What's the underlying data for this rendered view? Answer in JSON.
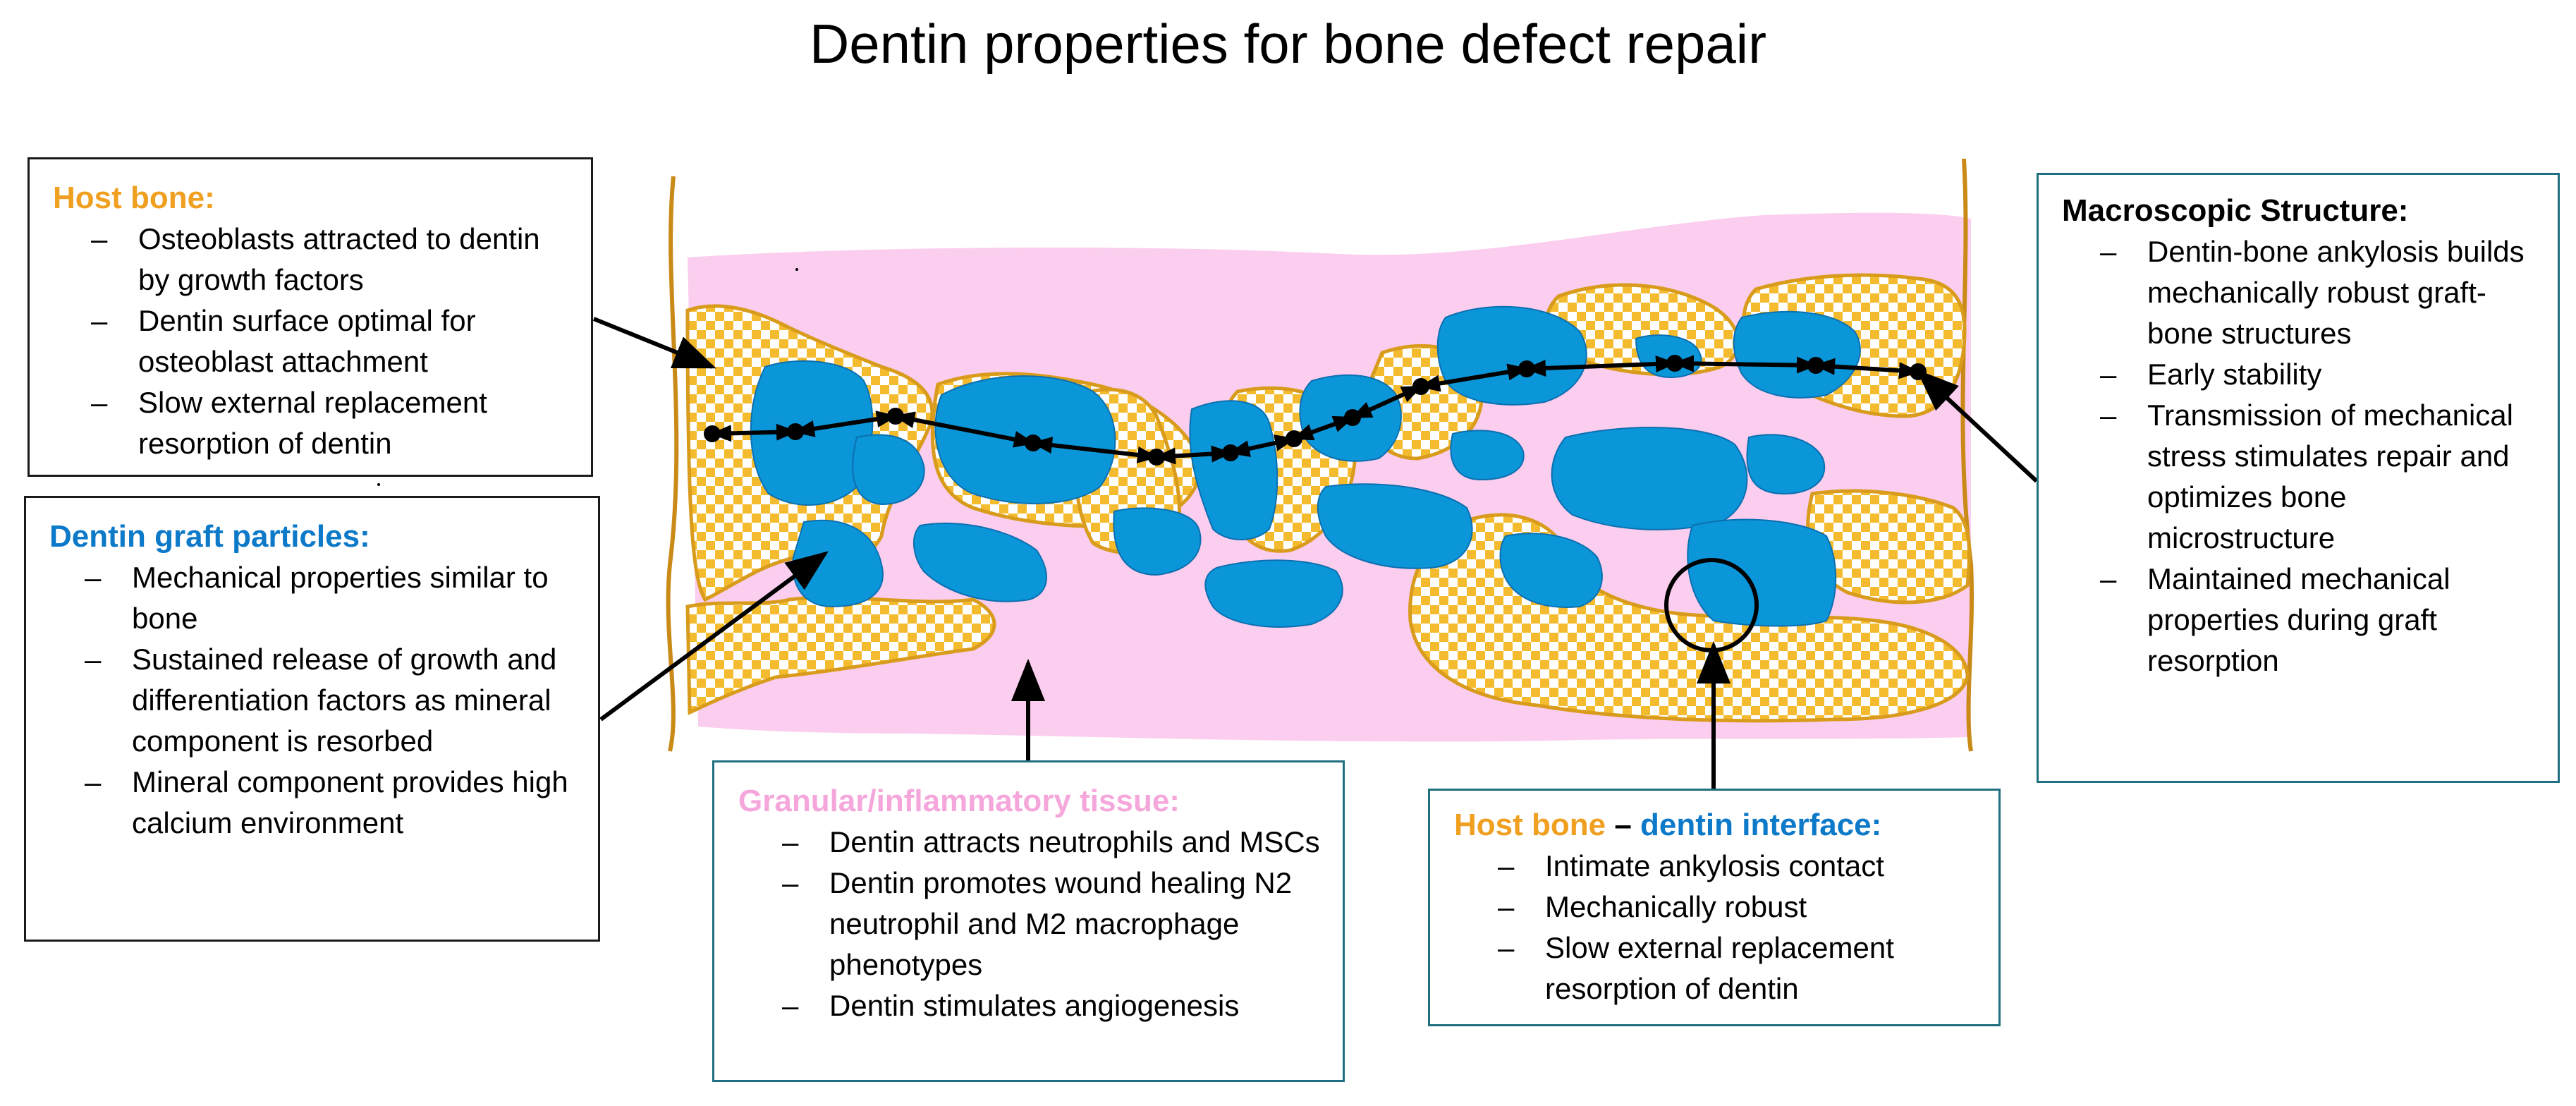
{
  "title": "Dentin properties for bone defect repair",
  "colors": {
    "host_bone": "#f0a020",
    "dentin": "#0c79c9",
    "granular_tissue": "#f5a7dc",
    "particle_fill": "#0a96d8",
    "bone_checker": "#f5bb2e",
    "box_border_teal": "#1f6f80"
  },
  "host_bone": {
    "heading": "Host bone:",
    "items": [
      "Osteoblasts attracted to dentin by growth factors",
      "Dentin surface optimal for osteoblast attachment",
      "Slow external replacement resorption of dentin"
    ]
  },
  "dentin_graft": {
    "heading": "Dentin graft particles:",
    "items": [
      "Mechanical properties similar to bone",
      "Sustained release of growth and differentiation factors as mineral component is resorbed",
      "Mineral component provides high calcium environment"
    ]
  },
  "granular": {
    "heading": "Granular/inflammatory tissue:",
    "items": [
      "Dentin attracts neutrophils and MSCs",
      "Dentin promotes wound healing N2 neutrophil and M2 macrophage phenotypes",
      "Dentin stimulates angiogenesis"
    ]
  },
  "interface": {
    "heading_host": "Host bone",
    "heading_sep": " – ",
    "heading_dentin": "dentin interface:",
    "items": [
      "Intimate ankylosis contact",
      "Mechanically robust",
      "Slow external replacement resorption of dentin"
    ]
  },
  "macro": {
    "heading": "Macroscopic Structure:",
    "items": [
      "Dentin-bone ankylosis builds mechanically robust graft-bone structures",
      "Early stability",
      "Transmission of mechanical stress stimulates repair and optimizes bone microstructure",
      "Maintained mechanical properties during graft resorption"
    ]
  }
}
